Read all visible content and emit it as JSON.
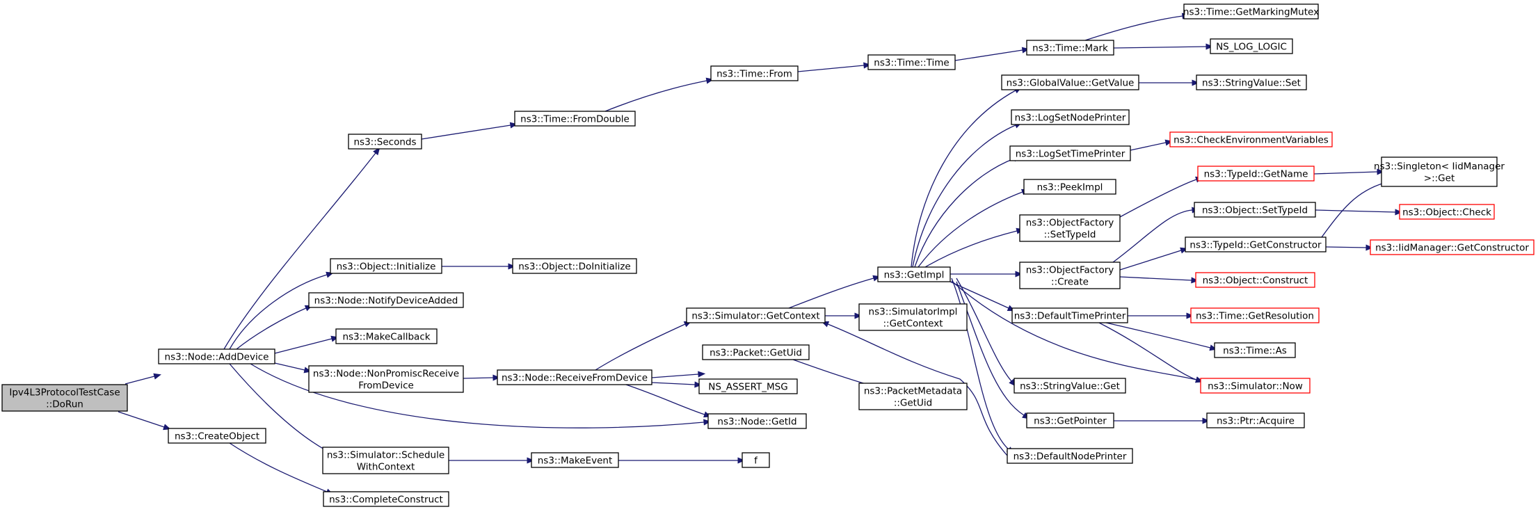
{
  "graph": {
    "nodes": [
      {
        "id": "root",
        "label": [
          "Ipv4L3ProtocolTestCase",
          "::DoRun"
        ],
        "root": true
      },
      {
        "id": "adddevice",
        "label": [
          "ns3::Node::AddDevice"
        ]
      },
      {
        "id": "createobject",
        "label": [
          "ns3::CreateObject"
        ]
      },
      {
        "id": "seconds",
        "label": [
          "ns3::Seconds"
        ]
      },
      {
        "id": "initialize",
        "label": [
          "ns3::Object::Initialize"
        ]
      },
      {
        "id": "notifydev",
        "label": [
          "ns3::Node::NotifyDeviceAdded"
        ]
      },
      {
        "id": "makecallback",
        "label": [
          "ns3::MakeCallback"
        ]
      },
      {
        "id": "nonpromisc",
        "label": [
          "ns3::Node::NonPromiscReceive",
          "FromDevice"
        ]
      },
      {
        "id": "schedulectx",
        "label": [
          "ns3::Simulator::Schedule",
          "WithContext"
        ]
      },
      {
        "id": "completeconstruct",
        "label": [
          "ns3::CompleteConstruct"
        ]
      },
      {
        "id": "fromdouble",
        "label": [
          "ns3::Time::FromDouble"
        ]
      },
      {
        "id": "doinitialize",
        "label": [
          "ns3::Object::DoInitialize"
        ]
      },
      {
        "id": "receivefromdev",
        "label": [
          "ns3::Node::ReceiveFromDevice"
        ]
      },
      {
        "id": "makeevent",
        "label": [
          "ns3::MakeEvent"
        ]
      },
      {
        "id": "timefrom",
        "label": [
          "ns3::Time::From"
        ]
      },
      {
        "id": "getcontext",
        "label": [
          "ns3::Simulator::GetContext"
        ]
      },
      {
        "id": "packetgetuid",
        "label": [
          "ns3::Packet::GetUid"
        ]
      },
      {
        "id": "nsassert",
        "label": [
          "NS_ASSERT_MSG"
        ]
      },
      {
        "id": "nodegetid",
        "label": [
          "ns3::Node::GetId"
        ]
      },
      {
        "id": "f",
        "label": [
          "f"
        ]
      },
      {
        "id": "timetime",
        "label": [
          "ns3::Time::Time"
        ]
      },
      {
        "id": "pmgetuid",
        "label": [
          "ns3::PacketMetadata",
          "::GetUid"
        ]
      },
      {
        "id": "getimpl",
        "label": [
          "ns3::GetImpl"
        ]
      },
      {
        "id": "simimplctx",
        "label": [
          "ns3::SimulatorImpl",
          "::GetContext"
        ]
      },
      {
        "id": "timemark",
        "label": [
          "ns3::Time::Mark"
        ]
      },
      {
        "id": "gvgetvalue",
        "label": [
          "ns3::GlobalValue::GetValue"
        ]
      },
      {
        "id": "lognodeprinter",
        "label": [
          "ns3::LogSetNodePrinter"
        ]
      },
      {
        "id": "logtimeprinter",
        "label": [
          "ns3::LogSetTimePrinter"
        ]
      },
      {
        "id": "peekimpl",
        "label": [
          "ns3::PeekImpl"
        ]
      },
      {
        "id": "ofsettypeid",
        "label": [
          "ns3::ObjectFactory",
          "::SetTypeId"
        ]
      },
      {
        "id": "ofcreate",
        "label": [
          "ns3::ObjectFactory",
          "::Create"
        ]
      },
      {
        "id": "deftimeprinter",
        "label": [
          "ns3::DefaultTimePrinter"
        ]
      },
      {
        "id": "svget",
        "label": [
          "ns3::StringValue::Get"
        ]
      },
      {
        "id": "getpointer",
        "label": [
          "ns3::GetPointer"
        ]
      },
      {
        "id": "defnodeprinter",
        "label": [
          "ns3::DefaultNodePrinter"
        ]
      },
      {
        "id": "markingmutex",
        "label": [
          "ns3::Time::GetMarkingMutex"
        ]
      },
      {
        "id": "nslogic",
        "label": [
          "NS_LOG_LOGIC"
        ]
      },
      {
        "id": "svset",
        "label": [
          "ns3::StringValue::Set"
        ]
      },
      {
        "id": "checkenv",
        "label": [
          "ns3::CheckEnvironmentVariables"
        ],
        "red": true
      },
      {
        "id": "tigetname",
        "label": [
          "ns3::TypeId::GetName"
        ],
        "red": true
      },
      {
        "id": "objsettypeid",
        "label": [
          "ns3::Object::SetTypeId"
        ]
      },
      {
        "id": "tigetctor",
        "label": [
          "ns3::TypeId::GetConstructor"
        ]
      },
      {
        "id": "objconstruct",
        "label": [
          "ns3::Object::Construct"
        ],
        "red": true
      },
      {
        "id": "timegetres",
        "label": [
          "ns3::Time::GetResolution"
        ],
        "red": true
      },
      {
        "id": "timeas",
        "label": [
          "ns3::Time::As"
        ]
      },
      {
        "id": "simnow",
        "label": [
          "ns3::Simulator::Now"
        ],
        "red": true
      },
      {
        "id": "ptracquire",
        "label": [
          "ns3::Ptr::Acquire"
        ]
      },
      {
        "id": "singleton",
        "label": [
          "ns3::Singleton< IidManager",
          " >::Get"
        ]
      },
      {
        "id": "objcheck",
        "label": [
          "ns3::Object::Check"
        ],
        "red": true
      },
      {
        "id": "iidgetctor",
        "label": [
          "ns3::IidManager::GetConstructor"
        ],
        "red": true
      }
    ]
  }
}
